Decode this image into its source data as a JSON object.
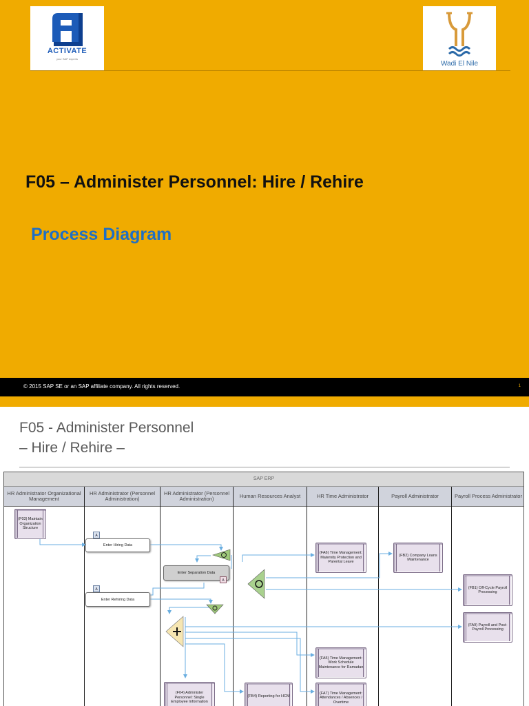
{
  "slide1": {
    "logo_left": {
      "word": "ACTIVATE",
      "tagline": "your SAP experts"
    },
    "logo_right": {
      "word": "Wadi El Nile"
    },
    "title": "F05 – Administer Personnel: Hire / Rehire",
    "subtitle": "Process Diagram",
    "copyright": "© 2015 SAP SE or an SAP affiliate company. All rights reserved.",
    "page_number": "1"
  },
  "slide2": {
    "title_line1": "F05 - Administer Personnel",
    "title_line2": "– Hire / Rehire –"
  },
  "diagram": {
    "system_band": "SAP ERP",
    "lanes": [
      "HR Administrator Organizational Management",
      "HR Administrator (Personnel Administration)",
      "HR Administrator (Personnel Administration)",
      "Human Resources Analyst",
      "HR Time Administrator",
      "Payroll Administrator",
      "Payroll Process Administrator"
    ],
    "boxes": {
      "f03": "(F03) Maintain Organization Structure",
      "enter_hiring": "Enter Hiring Data",
      "enter_separation": "Enter Separation Data",
      "enter_rehiring": "Enter Rehiring Data",
      "fa6": "(FA6) Time Management: Maternity Protection and Parental Leave",
      "fb2": "(FB2) Company Loans Maintenance",
      "fb1": "(FB1) Off-Cycle Payroll Processing",
      "fa9": "(FA9) Payroll and Post-Payroll Processing",
      "fa5": "(FA5) Time Management: Work Schedule Maintenance for Ramadan",
      "fa7": "(FA7) Time Management: Attendances / Absences / Overtime",
      "fb4": "(FB4) Reporting for HCM",
      "f04": "(F04) Administer Personnel: Single Employee Information"
    },
    "tags": {
      "a": "A"
    },
    "gateway_symbols": {
      "or": "O",
      "and": "+"
    },
    "colors": {
      "background": "#F0AB00",
      "subtitle": "#1f6fc4",
      "flow": "#6aaee0"
    }
  }
}
